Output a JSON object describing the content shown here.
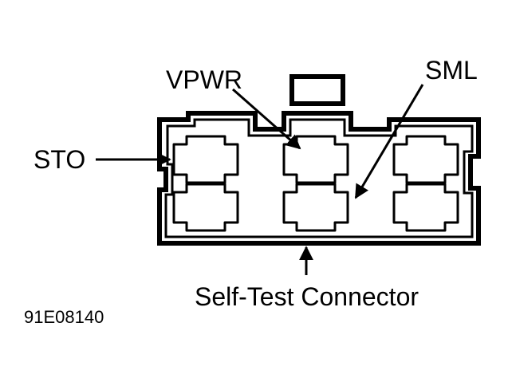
{
  "labels": {
    "vpwr": "VPWR",
    "sml": "SML",
    "sto": "STO",
    "connector_name": "Self-Test Connector",
    "figure_id": "91E08140"
  },
  "colors": {
    "ink": "#000000",
    "background": "#ffffff"
  }
}
